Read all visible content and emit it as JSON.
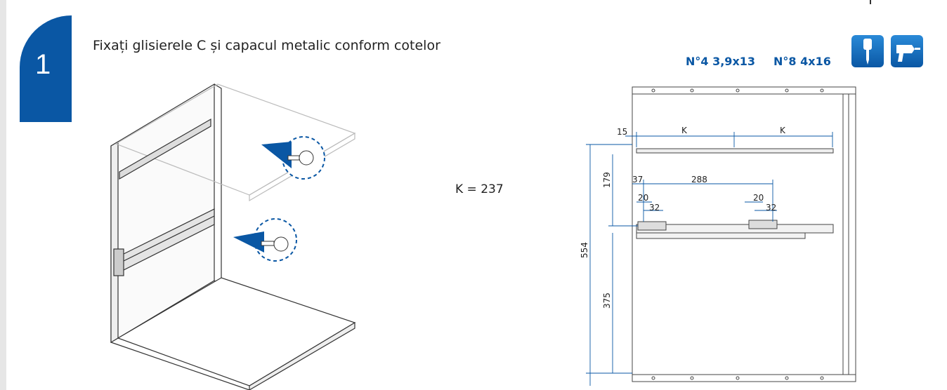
{
  "step": {
    "number": "1"
  },
  "instruction": "Fixați glisierele C și capacul metalic conform cotelor",
  "screws": [
    {
      "label": "N°4  3,9x13"
    },
    {
      "label": "N°8  4x16"
    }
  ],
  "tools": {
    "icons": [
      "screwdriver-icon",
      "drill-icon"
    ],
    "accent": "#0a57a4"
  },
  "k_value": "K  = 237",
  "dimensions": {
    "d15": "15",
    "k1": "K",
    "k2": "K",
    "d179": "179",
    "d37": "37",
    "d288": "288",
    "d20a": "20",
    "d32a": "32",
    "d20b": "20",
    "d32b": "32",
    "d554": "554",
    "d375": "375"
  }
}
